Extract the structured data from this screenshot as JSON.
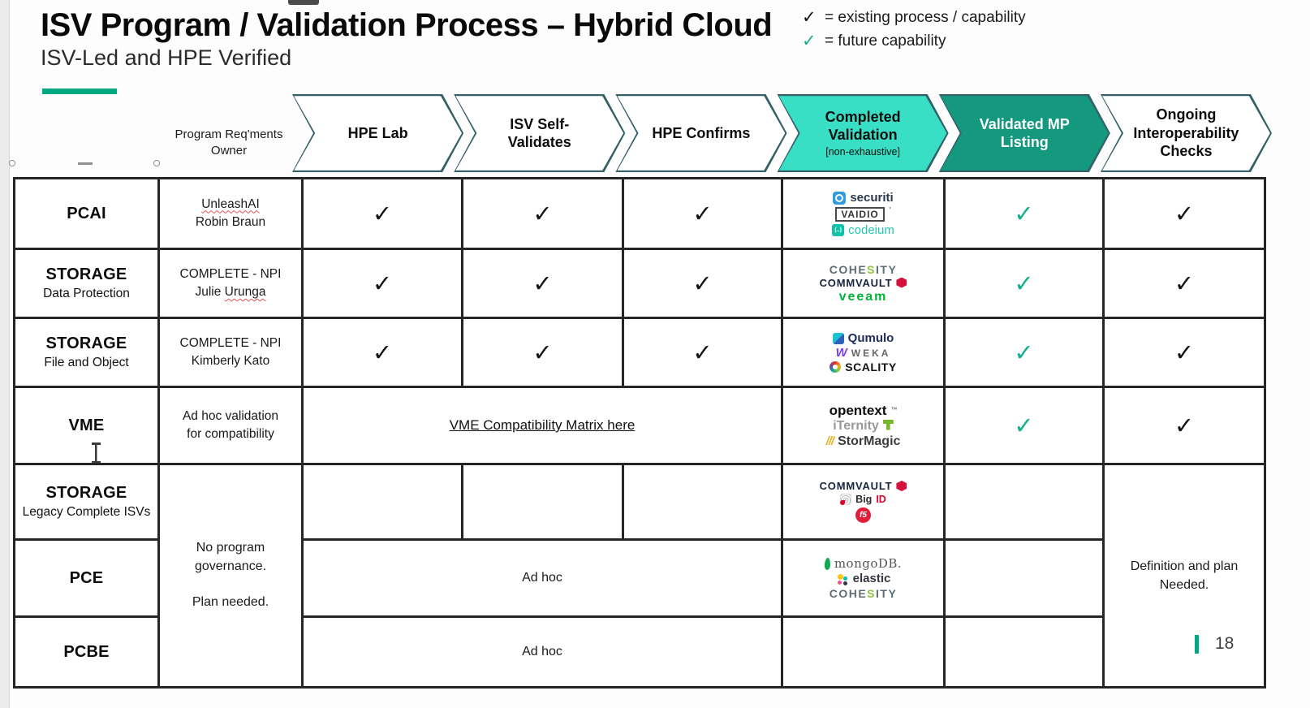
{
  "slide": {
    "title": "ISV Program / Validation Process – Hybrid Cloud",
    "subtitle": "ISV-Led and HPE Verified",
    "page_number": "18"
  },
  "legend": {
    "check_existing": "✓",
    "existing_label": "= existing process / capability",
    "check_future": "✓",
    "future_label": "= future capability"
  },
  "header": {
    "owner_col_label": "Program Req'ments Owner",
    "stages": [
      {
        "label": "HPE Lab",
        "style": "plain"
      },
      {
        "label": "ISV Self-Validates",
        "style": "plain"
      },
      {
        "label": "HPE Confirms",
        "style": "plain"
      },
      {
        "label": "Completed Validation",
        "sub": "[non-exhaustive]",
        "style": "turquoise"
      },
      {
        "label": "Validated MP Listing",
        "style": "teal"
      },
      {
        "label": "Ongoing Interoperability Checks",
        "style": "plain"
      }
    ]
  },
  "rows": [
    {
      "label": "PCAI",
      "owner_line1": "UnleashAI",
      "owner_line2": "Robin Braun",
      "checks": {
        "hpe_lab": "✓",
        "isv_self": "✓",
        "hpe_confirms": "✓",
        "validated_mp": "✓",
        "ongoing": "✓"
      },
      "logos": [
        "securiti",
        "VAIDIO",
        "codeium"
      ]
    },
    {
      "label": "STORAGE",
      "sublabel": "Data Protection",
      "owner_line1": "COMPLETE - NPI",
      "owner_line2a": "Julie",
      "owner_line2b": "Urunga",
      "checks": {
        "hpe_lab": "✓",
        "isv_self": "✓",
        "hpe_confirms": "✓",
        "validated_mp": "✓",
        "ongoing": "✓"
      },
      "logos": [
        "COHESITY",
        "COMMVAULT",
        "veeam"
      ]
    },
    {
      "label": "STORAGE",
      "sublabel": "File and Object",
      "owner_line1": "COMPLETE - NPI",
      "owner_line2": "Kimberly Kato",
      "checks": {
        "hpe_lab": "✓",
        "isv_self": "✓",
        "hpe_confirms": "✓",
        "validated_mp": "✓",
        "ongoing": "✓"
      },
      "logos": [
        "Qumulo",
        "WEKA",
        "SCALITY"
      ]
    },
    {
      "label": "VME",
      "owner_line1": "Ad hoc validation",
      "owner_line2": "for compatibility",
      "link_text": "VME Compatibility Matrix here",
      "checks": {
        "validated_mp": "✓",
        "ongoing": "✓"
      },
      "logos": [
        "opentext",
        "iTernity",
        "StorMagic"
      ]
    },
    {
      "label": "STORAGE",
      "sublabel": "Legacy Complete ISVs",
      "logos": [
        "COMMVAULT",
        "BigID",
        "F5"
      ]
    },
    {
      "label": "PCE",
      "adhoc_label": "Ad hoc",
      "logos": [
        "mongoDB",
        "elastic",
        "COHESITY"
      ]
    },
    {
      "label": "PCBE",
      "adhoc_label": "Ad hoc"
    }
  ],
  "merged": {
    "owner_note_line1": "No program governance.",
    "owner_note_line2": "Plan needed.",
    "definition_note": "Definition and plan Needed."
  },
  "logo_text": {
    "securiti": "securiti",
    "vaidio": "VAIDIO",
    "vaidio_tick": "'",
    "codeium_icon": "(..)",
    "codeium": "codeium",
    "cohesity_a": "COHE",
    "cohesity_b": "S",
    "cohesity_c": "ITY",
    "commvault": "COMMVAULT",
    "veeam": "veeam",
    "qumulo": "Qumulo",
    "weka_icon": "W",
    "weka": "WEKA",
    "scality": "SCALITY",
    "opentext": "opentext",
    "opentext_tm": "™",
    "iternity": "iTernity",
    "stormagic_icon": "///",
    "stormagic": "StorMagic",
    "bigid_a": "Big",
    "bigid_b": "ID",
    "f5": "f5",
    "mongodb": "mongoDB.",
    "elastic": "elastic"
  },
  "colors": {
    "hpe_green": "#01a982",
    "chevron_turquoise": "#38dfc4",
    "chevron_teal": "#14997f",
    "chevron_outline": "#336069",
    "future_check_green": "#14b08d",
    "table_border": "#262626"
  }
}
